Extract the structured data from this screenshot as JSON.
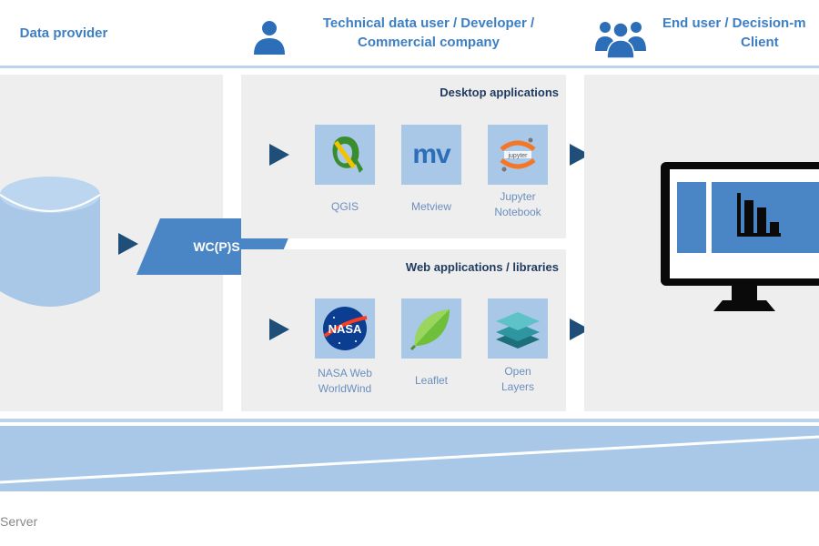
{
  "header": {
    "data_provider": "Data provider",
    "technical_user_line1": "Technical data user / Developer /",
    "technical_user_line2": "Commercial company",
    "end_user_line1": "End user / Decision-m",
    "end_user_line2": "Client"
  },
  "center": {
    "service_label": "WC(P)S",
    "desktop": {
      "title": "Desktop applications",
      "apps": [
        {
          "name": "QGIS",
          "icon": "qgis-icon"
        },
        {
          "name": "Metview",
          "icon": "metview-icon"
        },
        {
          "name": "Jupyter Notebook",
          "line1": "Jupyter",
          "line2": "Notebook",
          "icon": "jupyter-icon"
        }
      ]
    },
    "web": {
      "title": "Web applications / libraries",
      "apps": [
        {
          "name": "NASA Web WorldWind",
          "line1": "NASA Web",
          "line2": "WorldWind",
          "icon": "nasa-icon"
        },
        {
          "name": "Leaflet",
          "icon": "leaflet-icon"
        },
        {
          "name": "Open Layers",
          "line1": "Open",
          "line2": "Layers",
          "icon": "openlayers-icon"
        }
      ]
    }
  },
  "footer": {
    "partial_label": "Server"
  },
  "colors": {
    "accent_blue": "#3d7fc4",
    "dark_navy": "#1f4e79",
    "light_blue": "#a9c8e8",
    "panel_gray": "#eeeeee"
  }
}
